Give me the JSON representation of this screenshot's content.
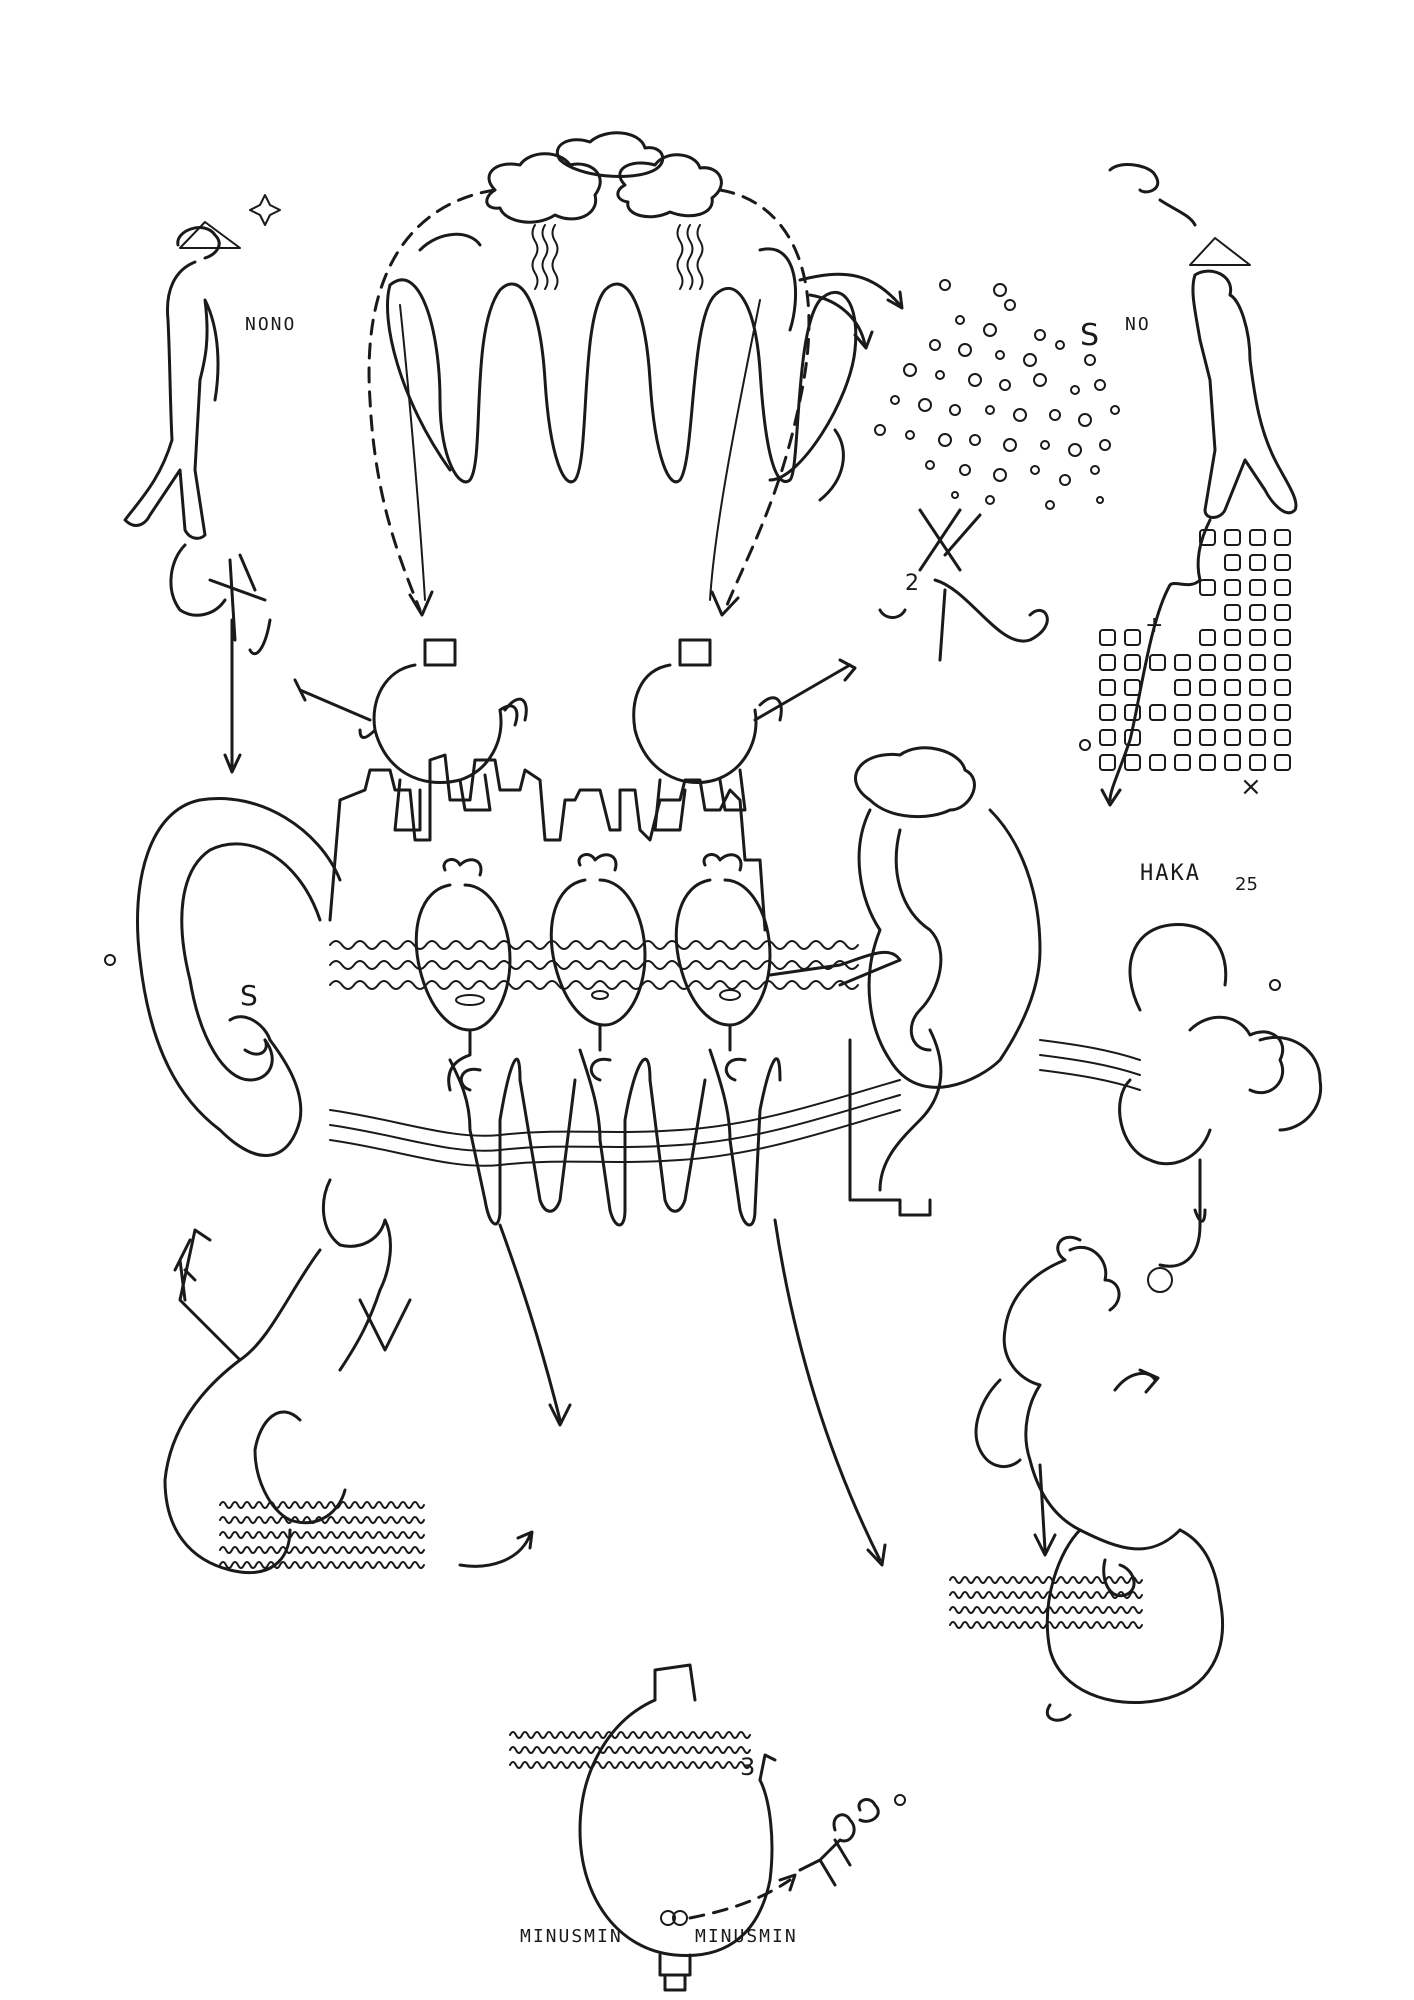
{
  "labels": {
    "nono": "NONO",
    "no": "NO",
    "s_cloud": "S",
    "s_ear": "S",
    "haka": "HAKA",
    "haka_number": "25",
    "two": "2",
    "three": "3",
    "minusmin_left": "MINUSMIN",
    "minusmin_right": "MINUSMIN",
    "plus": "+",
    "cross": "×"
  },
  "colors": {
    "ink": "#1a1a1a",
    "paper": "#ffffff"
  }
}
